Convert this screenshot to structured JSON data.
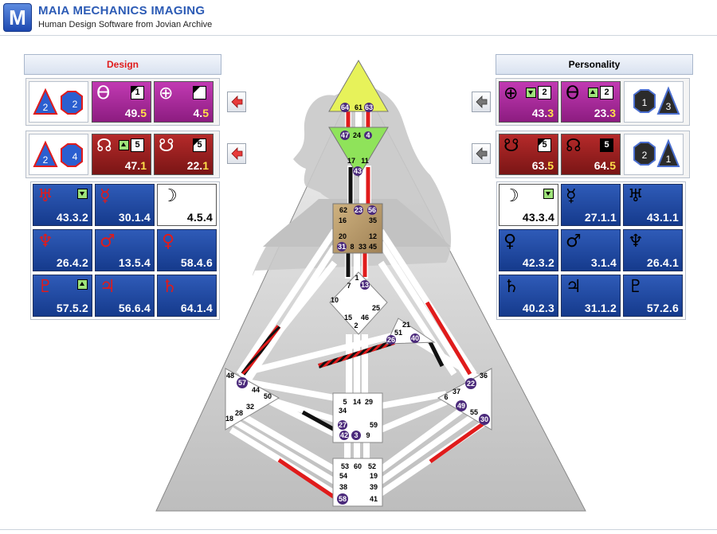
{
  "header": {
    "logo_letter": "M",
    "title": "MAIA MECHANICS IMAGING",
    "subtitle": "Human Design Software from Jovian Archive"
  },
  "design": {
    "title": "Design",
    "title_color": "#e01b1b",
    "row1": [
      {
        "symbol": "ϴ",
        "value_main": "49.",
        "value_line": "5",
        "square": "1",
        "square_style": "tri",
        "color": "#b02aa0"
      },
      {
        "symbol": "⊕",
        "value_main": "4.",
        "value_line": "5",
        "square": "",
        "square_style": "tri",
        "color": "#b02aa0"
      }
    ],
    "row2": [
      {
        "symbol": "☊",
        "value_main": "47.",
        "value_line": "1",
        "square": "5",
        "square_style": "white",
        "tag": "up",
        "color": "#a11e1e"
      },
      {
        "symbol": "☋",
        "value_main": "22.",
        "value_line": "1",
        "square": "5",
        "square_style": "tri",
        "color": "#a11e1e"
      }
    ],
    "icons_row1": [
      "2",
      "2"
    ],
    "icons_row2": [
      "2",
      "4"
    ],
    "planets": [
      {
        "symbol": "♅",
        "value": "43.3.2",
        "tag": "dn"
      },
      {
        "symbol": "☿",
        "value": "30.1.4"
      },
      {
        "symbol": "☽",
        "value": "4.5.4",
        "style": "white"
      },
      {
        "symbol": "♆",
        "value": "26.4.2"
      },
      {
        "symbol": "♂",
        "value": "13.5.4"
      },
      {
        "symbol": "♀",
        "value": "58.4.6"
      },
      {
        "symbol": "♇",
        "value": "57.5.2",
        "tag": "up"
      },
      {
        "symbol": "♃",
        "value": "56.6.4"
      },
      {
        "symbol": "♄",
        "value": "64.1.4"
      }
    ]
  },
  "personality": {
    "title": "Personality",
    "title_color": "#000000",
    "row1": [
      {
        "symbol": "⊕",
        "value_main": "43.",
        "value_line": "3",
        "square": "2",
        "square_style": "white",
        "tag": "dn",
        "color": "#b02aa0"
      },
      {
        "symbol": "ϴ",
        "value_main": "23.",
        "value_line": "3",
        "square": "2",
        "square_style": "white",
        "tag": "up",
        "color": "#b02aa0"
      }
    ],
    "row2": [
      {
        "symbol": "☋",
        "value_main": "63.",
        "value_line": "5",
        "square": "5",
        "square_style": "tri",
        "color": "#a11e1e"
      },
      {
        "symbol": "☊",
        "value_main": "64.",
        "value_line": "5",
        "square": "5",
        "square_style": "black",
        "color": "#a11e1e"
      }
    ],
    "icons_row1": [
      "1",
      "3"
    ],
    "icons_row2": [
      "2",
      "1"
    ],
    "planets": [
      {
        "symbol": "☽",
        "value": "43.3.4",
        "tag": "dn",
        "style": "white"
      },
      {
        "symbol": "☿",
        "value": "27.1.1"
      },
      {
        "symbol": "♅",
        "value": "43.1.1"
      },
      {
        "symbol": "♀",
        "value": "42.3.2"
      },
      {
        "symbol": "♂",
        "value": "3.1.4"
      },
      {
        "symbol": "♆",
        "value": "26.4.1"
      },
      {
        "symbol": "♄",
        "value": "40.2.3"
      },
      {
        "symbol": "♃",
        "value": "31.1.2"
      },
      {
        "symbol": "♇",
        "value": "57.2.6"
      }
    ]
  },
  "bodygraph": {
    "gates": {
      "head": [
        "64",
        "61",
        "63"
      ],
      "ajna": [
        "47",
        "24",
        "4",
        "17",
        "11",
        "43"
      ],
      "throat": [
        "62",
        "23",
        "56",
        "16",
        "35",
        "20",
        "12",
        "31",
        "8",
        "33",
        "45"
      ],
      "g": [
        "1",
        "7",
        "13",
        "10",
        "25",
        "15",
        "46",
        "2"
      ],
      "ego": [
        "21",
        "51",
        "26",
        "40"
      ],
      "sacral": [
        "5",
        "14",
        "29",
        "34",
        "59",
        "27",
        "42",
        "3",
        "9"
      ],
      "spleen": [
        "48",
        "57",
        "44",
        "50",
        "32",
        "28",
        "18"
      ],
      "solar": [
        "36",
        "22",
        "37",
        "6",
        "49",
        "55",
        "30"
      ],
      "root": [
        "53",
        "60",
        "52",
        "54",
        "19",
        "38",
        "39",
        "58",
        "41"
      ]
    },
    "highlighted_gates": [
      "64",
      "63",
      "47",
      "4",
      "43",
      "23",
      "56",
      "31",
      "13",
      "26",
      "40",
      "57",
      "22",
      "49",
      "30",
      "27",
      "42",
      "3",
      "58"
    ],
    "colors": {
      "head": "#e7f25a",
      "ajna": "#8fe35a",
      "throat": "#b99a6b",
      "center": "#ffffff",
      "silhouette": "#c9c9c9",
      "activation_red": "#e01b1b",
      "activation_black": "#111111",
      "gate_circle": "#4b2a7b"
    }
  }
}
